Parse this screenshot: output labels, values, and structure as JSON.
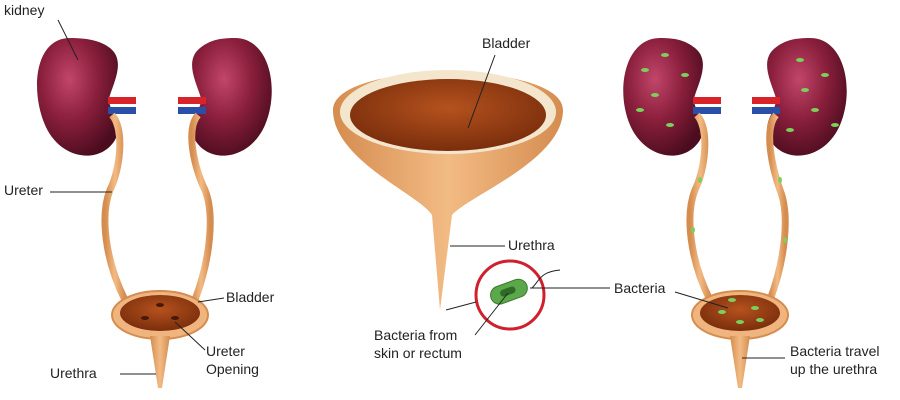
{
  "labels": {
    "kidney": "kidney",
    "ureter": "Ureter",
    "bladder_left": "Bladder",
    "ureter_opening_line1": "Ureter",
    "ureter_opening_line2": "Opening",
    "urethra_left": "Urethra",
    "bladder_center": "Bladder",
    "urethra_center": "Urethra",
    "bacteria_source_line1": "Bacteria from",
    "bacteria_source_line2": "skin or rectum",
    "bacteria": "Bacteria",
    "bacteria_travel_line1": "Bacteria travel",
    "bacteria_travel_line2": "up the urethra"
  },
  "colors": {
    "kidney": "#8a1f3c",
    "tube": "#e8a86b",
    "bladder_fill": "#8b3a12",
    "artery": "#d8232a",
    "vein": "#2a4fa8",
    "bacteria": "#5aa84a",
    "highlight_circle": "#d0202e"
  }
}
